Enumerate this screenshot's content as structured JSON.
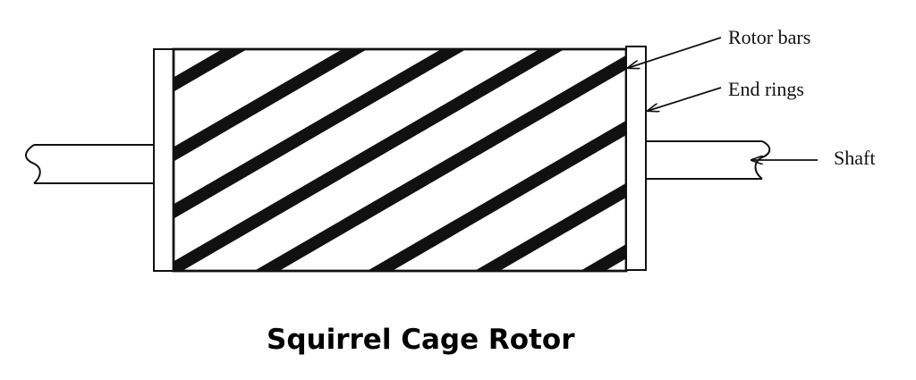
{
  "labels": {
    "rotor_bars": "Rotor bars",
    "end_rings": "End rings",
    "shaft": "Shaft"
  },
  "caption": "Squirrel Cage Rotor",
  "colors": {
    "ink": "#111111",
    "background": "#ffffff"
  }
}
